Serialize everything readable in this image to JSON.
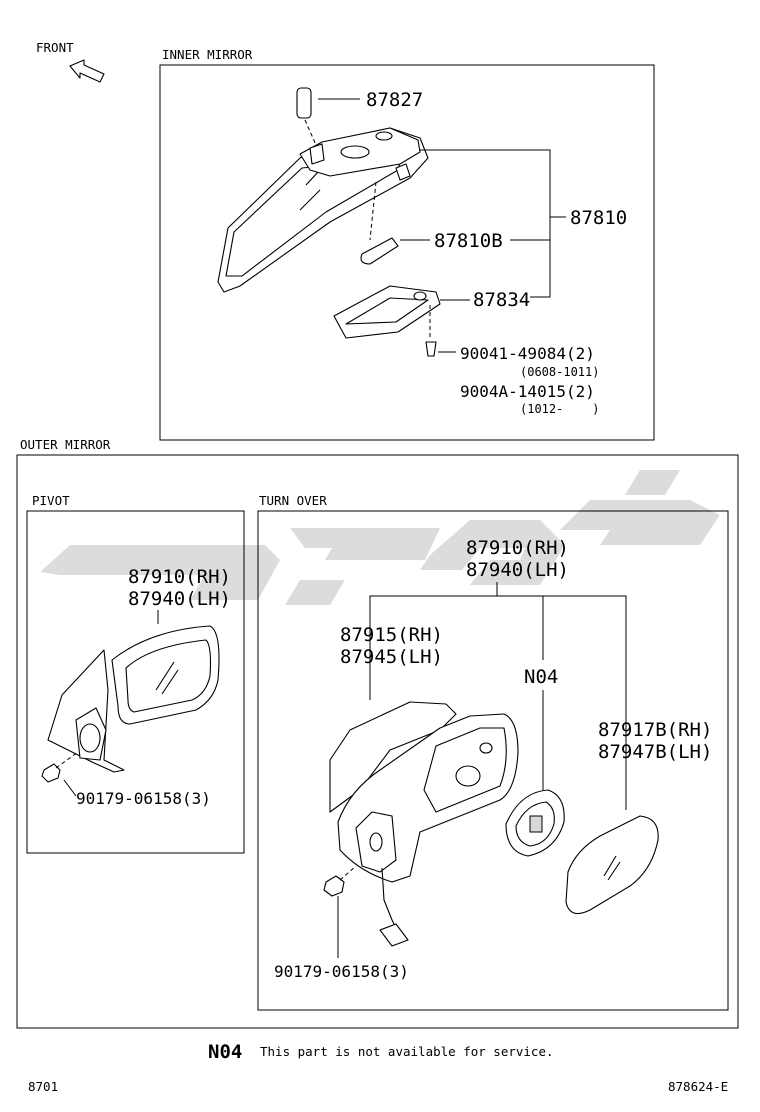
{
  "header": {
    "front_label": "FRONT"
  },
  "inner_mirror": {
    "title": "INNER MIRROR",
    "parts": {
      "p87827": "87827",
      "p87810": "87810",
      "p87810B": "87810B",
      "p87834": "87834",
      "screw1": "90041-49084(2)",
      "screw1_range": "(0608-1011)",
      "screw2": "9004A-14015(2)",
      "screw2_range": "(1012-    )"
    }
  },
  "outer_mirror": {
    "title": "OUTER MIRROR",
    "pivot": {
      "title": "PIVOT",
      "assy_rh": "87910(RH)",
      "assy_lh": "87940(LH)",
      "nut": "90179-06158(3)"
    },
    "turn_over": {
      "title": "TURN OVER",
      "assy_rh": "87910(RH)",
      "assy_lh": "87940(LH)",
      "cover_rh": "87915(RH)",
      "cover_lh": "87945(LH)",
      "actuator": "N04",
      "glass_rh": "87917B(RH)",
      "glass_lh": "87947B(LH)",
      "nut": "90179-06158(3)"
    }
  },
  "footer": {
    "note_code": "N04",
    "note_text": "This part is not available for service.",
    "page_left": "8701",
    "page_right": "878624-E"
  }
}
